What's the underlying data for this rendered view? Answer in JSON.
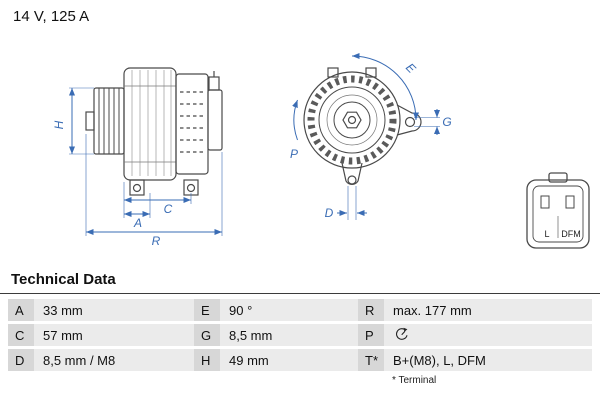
{
  "header": {
    "rating": "14 V, 125 A"
  },
  "diagram": {
    "side_view_dims": {
      "H": "H",
      "A": "A",
      "C": "C",
      "R": "R"
    },
    "front_view_dims": {
      "E": "E",
      "G": "G",
      "P": "P",
      "D": "D"
    },
    "connector_labels": {
      "left": "L",
      "right": "DFM"
    },
    "colors": {
      "dimension_blue": "#3a6cb4",
      "drawing_line": "#4a4a4a"
    }
  },
  "table": {
    "title": "Technical Data",
    "rows": [
      {
        "c1k": "A",
        "c1v": "33 mm",
        "c2k": "E",
        "c2v": "90 °",
        "c3k": "R",
        "c3v": "max. 177 mm"
      },
      {
        "c1k": "C",
        "c1v": "57 mm",
        "c2k": "G",
        "c2v": "8,5 mm",
        "c3k": "P",
        "c3v_icon": "clock-position"
      },
      {
        "c1k": "D",
        "c1v": "8,5 mm / M8",
        "c2k": "H",
        "c2v": "49 mm",
        "c3k": "T*",
        "c3v": "B+(M8), L, DFM"
      }
    ],
    "footnote": "* Terminal"
  }
}
